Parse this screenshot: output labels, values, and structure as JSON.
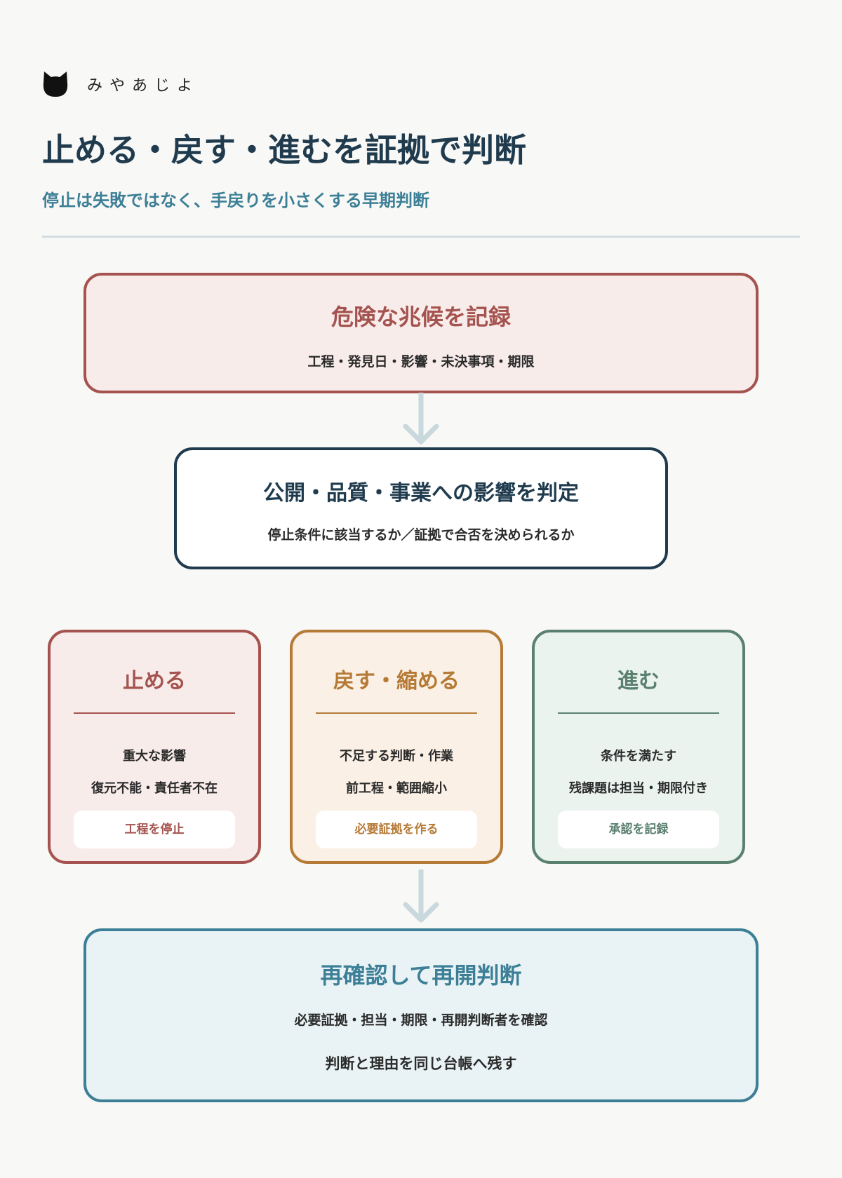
{
  "brand": {
    "icon": "cat-icon",
    "name": "みやあじよ"
  },
  "header": {
    "title": "止める・戻す・進むを証拠で判断",
    "subtitle": "停止は失敗ではなく、手戻りを小さくする早期判断"
  },
  "flow": {
    "record_box": {
      "title": "危険な兆候を記録",
      "description": "工程・発見日・影響・未決事項・期限"
    },
    "assess_box": {
      "title": "公開・品質・事業への影響を判定",
      "description": "停止条件に該当するか／証拠で合否を決められるか"
    },
    "options": [
      {
        "title": "止める",
        "line1": "重大な影響",
        "line2": "復元不能・責任者不在",
        "action": "工程を停止"
      },
      {
        "title": "戻す・縮める",
        "line1": "不足する判断・作業",
        "line2": "前工程・範囲縮小",
        "action": "必要証拠を作る"
      },
      {
        "title": "進む",
        "line1": "条件を満たす",
        "line2": "残課題は担当・期限付き",
        "action": "承認を記録"
      }
    ],
    "recheck_box": {
      "title": "再確認して再開判断",
      "line1": "必要証拠・担当・期限・再開判断者を確認",
      "line2": "判断と理由を同じ台帳へ残す"
    }
  },
  "colors": {
    "navy": "#1f3b4d",
    "teal": "#3c7f96",
    "red": "#a5534e",
    "orange": "#b57a36",
    "green": "#5a8070",
    "arrow": "#c9d8dc",
    "background": "#f8f8f6"
  }
}
